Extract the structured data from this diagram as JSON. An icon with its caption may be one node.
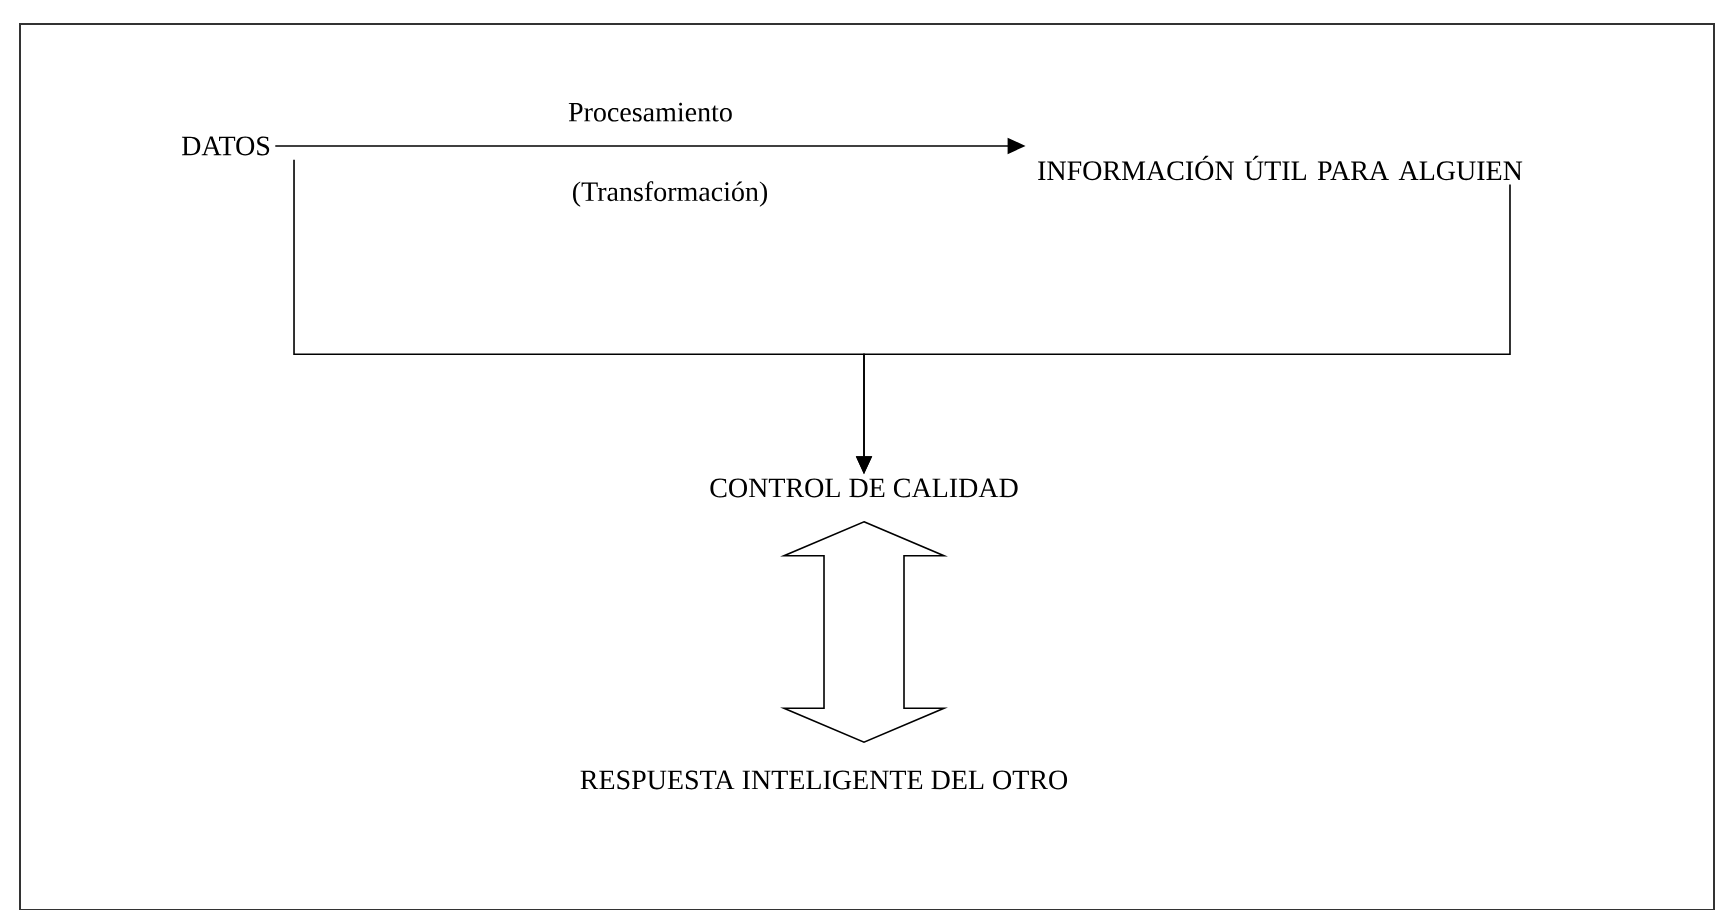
{
  "diagram": {
    "nodes": [
      {
        "text": [
          "DATOS"
        ]
      },
      {
        "text": [
          "INFORMACIÓN ÚTIL PARA ALGUIEN"
        ]
      },
      {
        "text": [
          "CONTROL DE CALIDAD"
        ]
      },
      {
        "text": [
          "RESPUESTA INTELIGENTE DEL OTRO"
        ]
      }
    ],
    "edges": [
      {
        "from": 0,
        "to": 1,
        "arrow": "to",
        "label": "Procesamiento"
      },
      {
        "from": 0,
        "to": 2,
        "arrow": "to"
      },
      {
        "from": 1,
        "to": 2,
        "arrow": "to"
      },
      {
        "from": 2,
        "to": 3,
        "arrow": "both"
      }
    ],
    "labels": [
      "(Transformación)"
    ]
  }
}
